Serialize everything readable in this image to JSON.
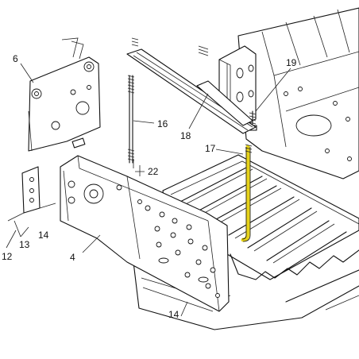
{
  "callouts": {
    "c4": "4",
    "c6": "6",
    "c12": "12",
    "c13": "13",
    "c14_left": "14",
    "c14_bottom": "14",
    "c16": "16",
    "c17": "17",
    "c18": "18",
    "c19": "19",
    "c22": "22"
  },
  "colors": {
    "line": "#111111",
    "highlight": "#e6d21a",
    "background": "#ffffff"
  },
  "highlighted_part": "17"
}
